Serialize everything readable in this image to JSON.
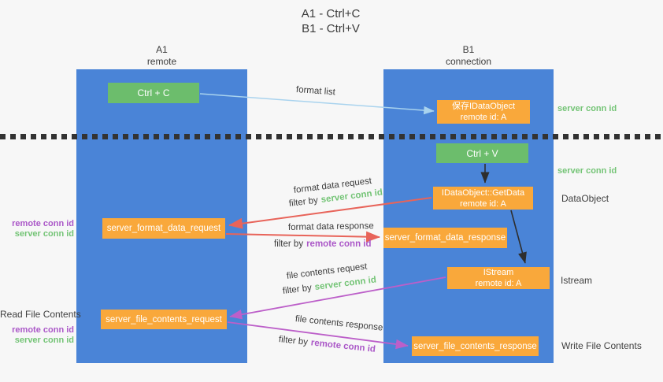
{
  "title": {
    "line1": "A1 - Ctrl+C",
    "line2": "B1 - Ctrl+V"
  },
  "lifelines": {
    "left": {
      "name": "A1",
      "role": "remote"
    },
    "right": {
      "name": "B1",
      "role": "connection"
    }
  },
  "nodes": {
    "ctrl_c": "Ctrl + C",
    "ctrl_v": "Ctrl + V",
    "save_dataobject": {
      "line1": "保存IDataObject",
      "line2": "remote id: A"
    },
    "getdata": {
      "line1": "IDataObject::GetData",
      "line2": "remote id: A"
    },
    "istream": {
      "line1": "IStream",
      "line2": "remote id: A"
    },
    "format_request": "server_format_data_request",
    "format_response": "server_format_data_response",
    "file_request": "server_file_contents_request",
    "file_response": "server_file_contents_response"
  },
  "edge_labels": {
    "format_list": "format list",
    "filter_by": "filter by",
    "format_data_request": "format data request",
    "format_data_response": "format data response",
    "file_contents_request": "file contents request",
    "file_contents_response": "file contents response",
    "server_conn_id": "server conn id",
    "remote_conn_id": "remote conn id"
  },
  "side_labels": {
    "server_conn_id": "server conn id",
    "remote_conn_id": "remote conn id",
    "dataobject": "DataObject",
    "istream": "Istream",
    "read_file": "Read File Contents",
    "write_file": "Write File Contents"
  },
  "colors": {
    "background": "#f7f7f7",
    "lifeline_blue": "#4a84d7",
    "node_green": "#6cbd6c",
    "node_orange": "#f9a83b",
    "green_text": "#74c476",
    "purple_text": "#ab58c8",
    "arrow_blue": "#a9d3ee",
    "arrow_red": "#e8645a",
    "arrow_purple": "#bc5fc9",
    "arrow_black": "#2e2e2e",
    "text_dark": "#3f3f3f"
  }
}
